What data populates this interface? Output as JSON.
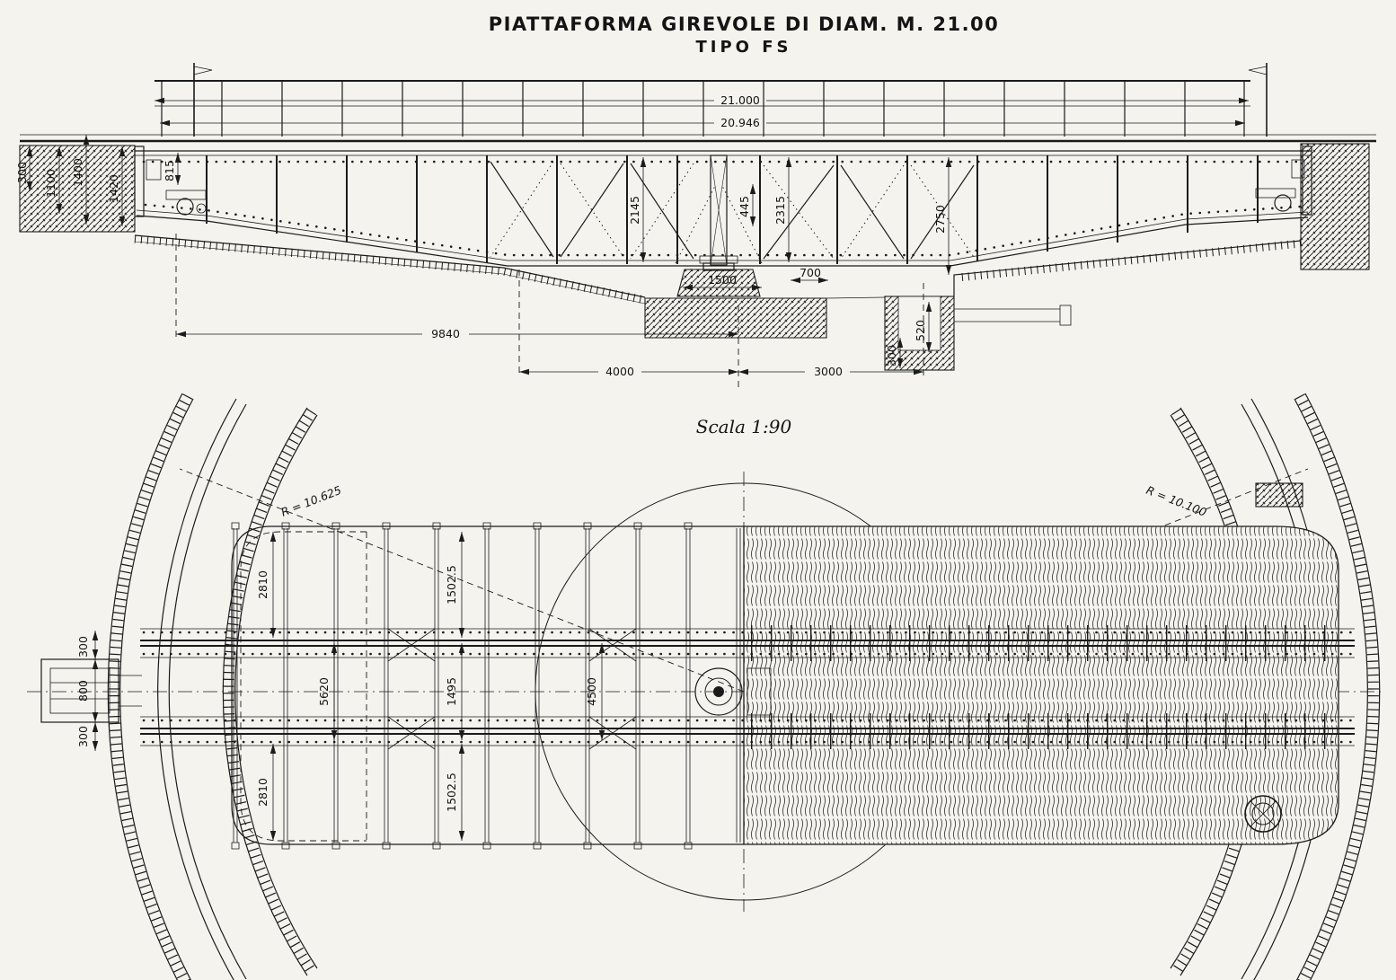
{
  "title": "PIATTAFORMA GIREVOLE DI DIAM. M. 21.00",
  "subtitle": "TIPO FS",
  "scale_label": "Scala 1:90",
  "elevation_dims": {
    "d21000": "21.000",
    "d20946": "20.946",
    "d9840": "9840",
    "d4000": "4000",
    "d3000": "3000",
    "d300_left": "300",
    "d1100": "1100",
    "d1400": "1400",
    "d1420": "1420",
    "d815": "815",
    "d2145": "2145",
    "d445": "445",
    "d2315": "2315",
    "d2750": "2750",
    "d1500": "1500",
    "d700": "700",
    "d520": "520",
    "d300_right": "300"
  },
  "plan_dims": {
    "r_left": "R = 10.625",
    "r_right": "R = 10.100",
    "d2810_top": "2810",
    "d1502_top": "1502.5",
    "d5620": "5620",
    "d1495": "1495",
    "d4500": "4500",
    "d2810_bottom": "2810",
    "d1502_bottom": "1502.5",
    "d300_top": "300",
    "d800": "800",
    "d300_bottom": "300"
  }
}
